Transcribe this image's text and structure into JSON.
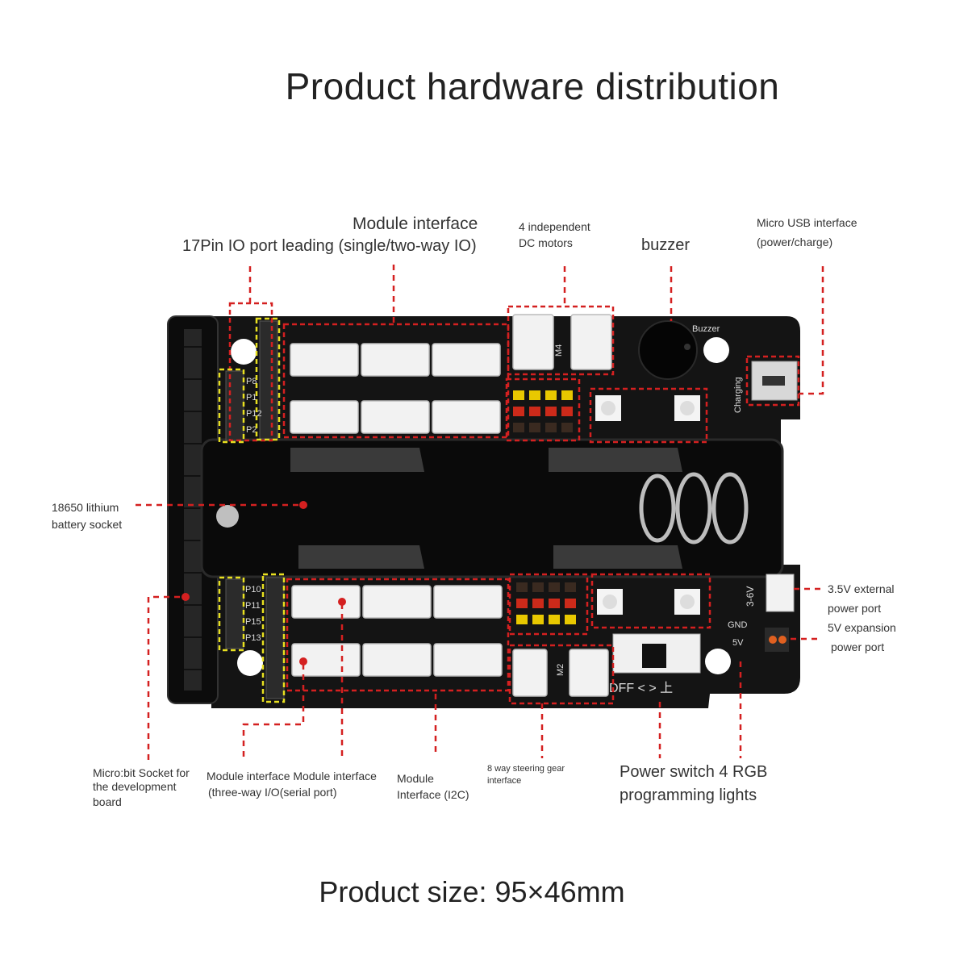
{
  "title": "Product hardware distribution",
  "product_size": "Product size: 95×46mm",
  "labels": {
    "module_interface_top": "Module interface",
    "io_port": "17Pin IO port leading (single/two-way IO)",
    "dc_motors_1": "4 independent",
    "dc_motors_2": "DC motors",
    "buzzer": "buzzer",
    "usb_1": "Micro USB interface",
    "usb_2": "(power/charge)",
    "battery_1": "18650 lithium",
    "battery_2": "battery socket",
    "ext_power_1": "3.5V external",
    "ext_power_2": "power port",
    "exp_power_1": "5V expansion",
    "exp_power_2": "power port",
    "microbit_1": "Micro:bit Socket for",
    "microbit_2": "the development",
    "microbit_3": "board",
    "module_io_1": "Module interface Module interface",
    "module_io_2": "(three-way I/O(serial port)",
    "module_i2c_1": "Module",
    "module_i2c_2": "Interface (I2C)",
    "servo_1": "8 way steering gear",
    "servo_2": "interface",
    "switch_rgb_1": "Power switch 4 RGB",
    "switch_rgb_2": "programming lights"
  },
  "board_text": {
    "buzzer": "Buzzer",
    "charging": "Charging",
    "off_on": "DFF < > 上",
    "m4": "M4",
    "m2": "M2",
    "volt": "3-6V",
    "gnd": "GND",
    "five_v": "5V",
    "pins": [
      "P8",
      "P1",
      "P12",
      "P2",
      "P10",
      "P11",
      "P15",
      "P13"
    ]
  },
  "colors": {
    "pcb": "#141414",
    "callout": "#d42020",
    "yellow_box": "#e8e020",
    "connector": "#f2f2f2"
  }
}
